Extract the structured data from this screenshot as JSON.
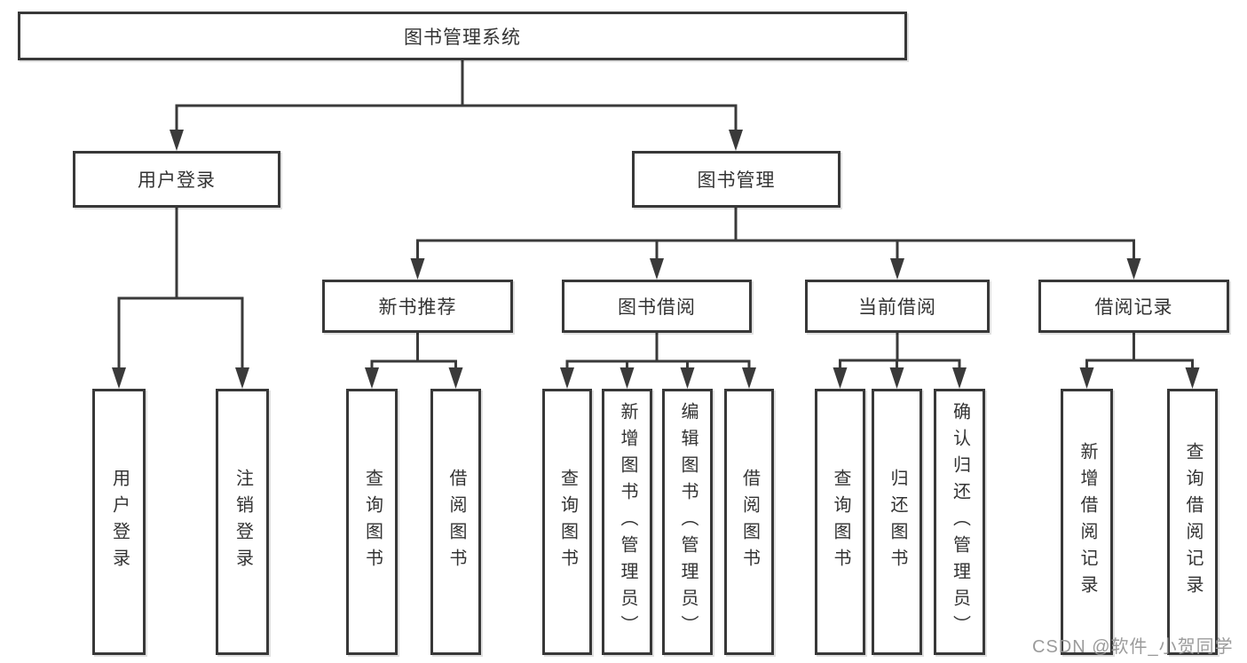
{
  "diagram": {
    "tree": {
      "label": "图书管理系统",
      "children": [
        {
          "label": "用户登录",
          "children": [
            {
              "label": "用户登录"
            },
            {
              "label": "注销登录"
            }
          ]
        },
        {
          "label": "图书管理",
          "children": [
            {
              "label": "新书推荐",
              "children": [
                {
                  "label": "查询图书"
                },
                {
                  "label": "借阅图书"
                }
              ]
            },
            {
              "label": "图书借阅",
              "children": [
                {
                  "label": "查询图书"
                },
                {
                  "label": "新增图书（管理员）"
                },
                {
                  "label": "编辑图书（管理员）"
                },
                {
                  "label": "借阅图书"
                }
              ]
            },
            {
              "label": "当前借阅",
              "children": [
                {
                  "label": "查询图书"
                },
                {
                  "label": "归还图书"
                },
                {
                  "label": "确认归还（管理员）"
                }
              ]
            },
            {
              "label": "借阅记录",
              "children": [
                {
                  "label": "新增借阅记录"
                },
                {
                  "label": "查询借阅记录"
                }
              ]
            }
          ]
        }
      ]
    },
    "colors": {
      "line": "#3a3a3a",
      "text": "#333333",
      "box_fill": "#ffffff",
      "background": "#ffffff",
      "watermark": "#969696"
    },
    "watermark": "CSDN @软件_小贺同学"
  }
}
